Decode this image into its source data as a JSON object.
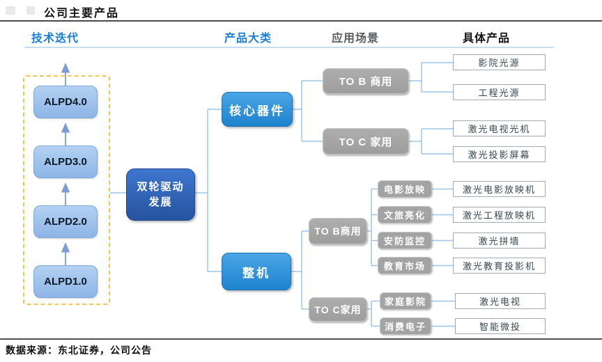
{
  "header": {
    "title": "公司主要产品",
    "columns": [
      {
        "label": "技术迭代"
      },
      {
        "label": "产品大类"
      },
      {
        "label": "应用场景"
      },
      {
        "label": "具体产品"
      }
    ]
  },
  "tech": {
    "versions": [
      {
        "label": "ALPD4.0"
      },
      {
        "label": "ALPD3.0"
      },
      {
        "label": "ALPD2.0"
      },
      {
        "label": "ALPD1.0"
      }
    ]
  },
  "root": {
    "line1": "双轮驱动",
    "line2": "发展"
  },
  "core": {
    "label": "核心器件",
    "segments": [
      {
        "label": "TO B 商用",
        "products": [
          {
            "label": "影院光源"
          },
          {
            "label": "工程光源"
          }
        ]
      },
      {
        "label": "TO C 家用",
        "products": [
          {
            "label": "激光电视光机"
          },
          {
            "label": "激光投影屏幕"
          }
        ]
      }
    ]
  },
  "machine": {
    "label": "整机",
    "segments": [
      {
        "label": "TO B商用",
        "rows": [
          {
            "scenario": "电影放映",
            "product": "激光电影放映机"
          },
          {
            "scenario": "文旅亮化",
            "product": "激光工程放映机"
          },
          {
            "scenario": "安防监控",
            "product": "激光拼墙"
          },
          {
            "scenario": "教育市场",
            "product": "激光教育投影机"
          }
        ]
      },
      {
        "label": "TO C家用",
        "rows": [
          {
            "scenario": "家庭影院",
            "product": "激光电视"
          },
          {
            "scenario": "消费电子",
            "product": "智能微投"
          }
        ]
      }
    ]
  },
  "footer": {
    "source": "数据来源：东北证券，公司公告"
  },
  "colors": {
    "header_accent": "#1b7fd9",
    "node_blue": "#2289d2",
    "root_blue": "#2f63bd",
    "segment_gray": "#a3a3a3",
    "dashed_yellow": "#f2c94c",
    "connector_blue": "#9fc5e8",
    "arrow_blue": "#7b9cd4"
  }
}
